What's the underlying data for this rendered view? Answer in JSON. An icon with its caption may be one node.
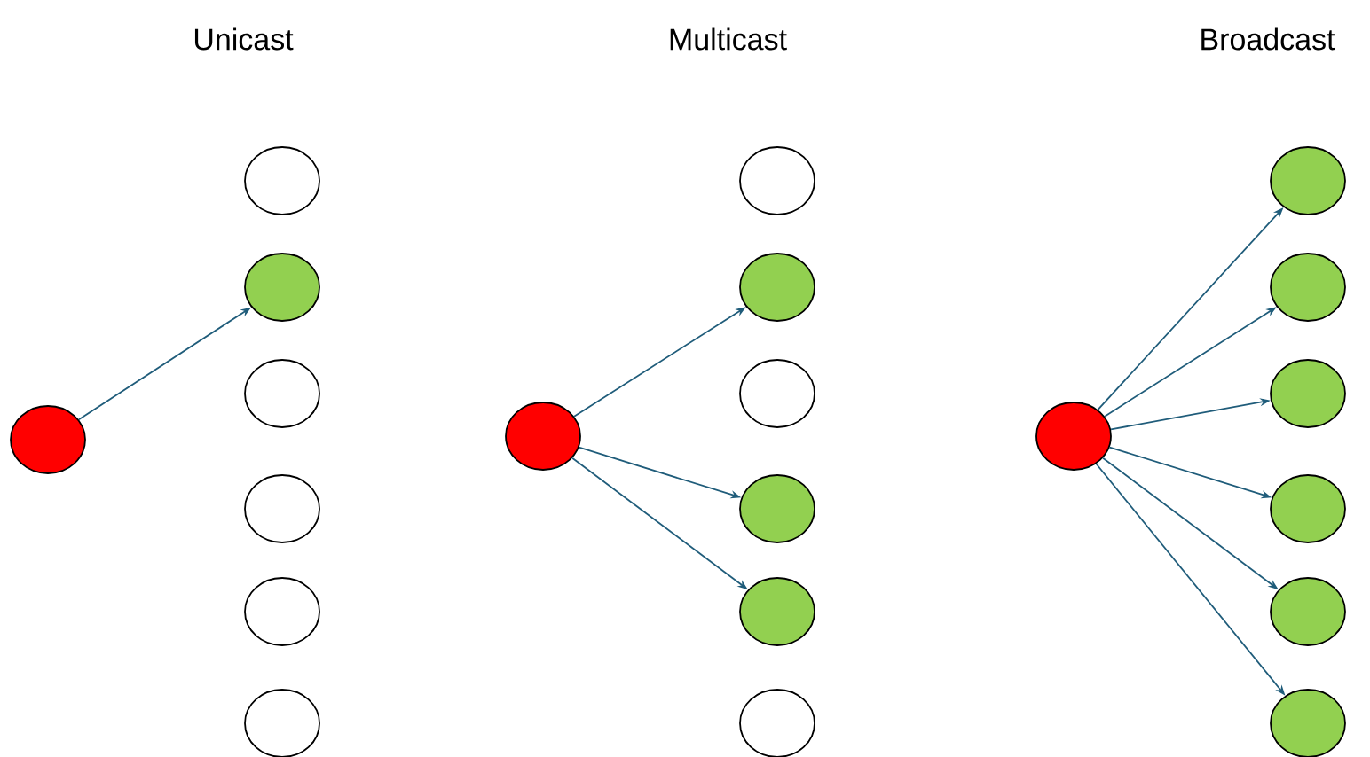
{
  "diagram": {
    "nodes": [
      {
        "text": [],
        "shape": "circle"
      },
      {
        "text": [],
        "shape": "circle"
      },
      {
        "text": [],
        "shape": "circle"
      },
      {
        "text": [],
        "shape": "circle"
      },
      {
        "text": [],
        "shape": "circle"
      },
      {
        "text": [],
        "shape": "circle"
      },
      {
        "text": [],
        "shape": "circle"
      },
      {
        "text": [],
        "shape": "circle"
      },
      {
        "text": [],
        "shape": "circle"
      },
      {
        "text": [],
        "shape": "circle"
      },
      {
        "text": [],
        "shape": "circle"
      },
      {
        "text": [],
        "shape": "circle"
      },
      {
        "text": [],
        "shape": "circle"
      },
      {
        "text": [],
        "shape": "circle"
      },
      {
        "text": [],
        "shape": "circle"
      },
      {
        "text": [],
        "shape": "circle"
      },
      {
        "text": [],
        "shape": "circle"
      },
      {
        "text": [],
        "shape": "circle"
      },
      {
        "text": [],
        "shape": "circle"
      },
      {
        "text": [],
        "shape": "circle"
      },
      {
        "text": [],
        "shape": "circle"
      }
    ],
    "edges": [
      {
        "from": 0,
        "to": 2,
        "arrow": "to"
      },
      {
        "from": 7,
        "to": 9,
        "arrow": "to"
      },
      {
        "from": 7,
        "to": 11,
        "arrow": "to"
      },
      {
        "from": 7,
        "to": 12,
        "arrow": "to"
      },
      {
        "from": 14,
        "to": 15,
        "arrow": "to"
      },
      {
        "from": 14,
        "to": 16,
        "arrow": "to"
      },
      {
        "from": 14,
        "to": 17,
        "arrow": "to"
      },
      {
        "from": 14,
        "to": 18,
        "arrow": "to"
      },
      {
        "from": 14,
        "to": 19,
        "arrow": "to"
      },
      {
        "from": 14,
        "to": 20,
        "arrow": "to"
      }
    ],
    "labels": [
      "Unicast",
      "Multicast",
      "Broadcast"
    ]
  }
}
